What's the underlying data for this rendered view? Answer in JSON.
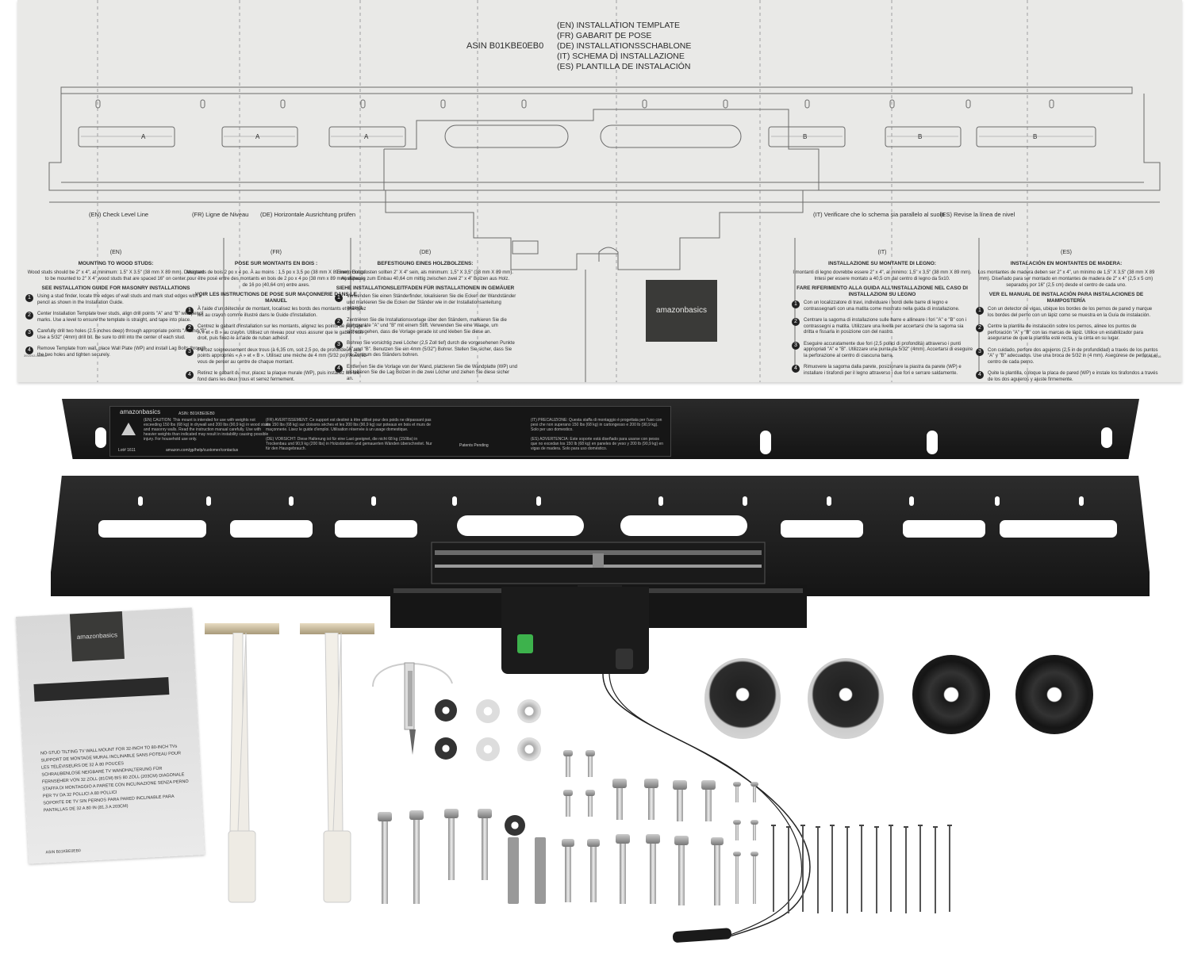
{
  "template": {
    "asin": "ASIN B01KBE0EB0",
    "titles": [
      "(EN) INSTALLATION TEMPLATE",
      "(FR) GABARIT DE POSE",
      "(DE) INSTALLATIONSSCHABLONE",
      "(IT) SCHEMA DI INSTALLAZIONE",
      "(ES) PLANTILLA DE INSTALACIÓN"
    ],
    "slot_letters": [
      "A",
      "A",
      "A",
      "B",
      "B",
      "B"
    ],
    "level_line_labels": [
      "(EN) Check Level Line",
      "(FR) Ligne de Niveau",
      "(DE)  Horizontale Ausrichtung prüfen",
      "(IT) Verificare che lo schema sia parallelo al suolo",
      "(ES) Revise la línea de nivel"
    ],
    "logo_text": "amazonbasics",
    "doc_code": "391KN3-180800",
    "rev_code": "REV. 090216",
    "columns": [
      {
        "code": "(EN)",
        "heading": "MOUNTING TO WOOD STUDS:",
        "sub": "Wood studs should be 2\" x 4\", at minimum: 1.5\" X 3.5\" (38 mm X 89 mm). Designed to be mounted to 2\" X 4\" wood studs that are spaced 16\" on center.",
        "guide": "SEE INSTALLATION GUIDE FOR MASONRY INSTALLATIONS",
        "steps": [
          "Using a stud finder, locate the edges of wall studs and mark stud edges with a pencil as shown in the Installation Guide.",
          "Center Installation Template over studs, align drill points \"A\" and \"B\" with pencil marks. Use a level to ensure the template is straight, and tape into place.",
          "Carefully drill two holes (2.5 inches deep) through appropriate points \"A\" and \"B\". Use a 5/32\" (4mm) drill bit. Be sure to drill into the center of each stud.",
          "Remove Template from wall, place Wall Plate (WP) and install Lag Bolts through the two holes and tighten securely."
        ]
      },
      {
        "code": "(FR)",
        "heading": "POSE SUR MONTANTS EN BOIS :",
        "sub": "Montants de bois 2 po x 4 po. À au moins : 1,5 po x 3,5 po (38 mm X 89 mm). Conçu pour être posé entre des montants en bois de 2 po x 4 po (38 mm x 89 mm) espacés de 16 po (40,64 cm) entre axes.",
        "guide": "VOIR LES INSTRUCTIONS DE POSE SUR MAÇONNERIE DANS LE MANUEL",
        "steps": [
          "À l'aide d'un détecteur de montant, localisez les bords des montants et marquez les au crayon comme illustré dans le Guide d'installation.",
          "Centrez le gabarit d'installation sur les montants, alignez les points de perçage « A » et « B » au crayon. Utilisez un niveau pour vous assurer que le gabarit soit droit, puis fixez-le à l'aide de ruban adhésif.",
          "Percez soigneusement deux trous (à 6,35 cm, soit 2,5 po, de profondeur) aux points appropriés « A » et « B ». Utilisez une mèche de 4 mm (5/32 po). Assurez-vous de percer au centre de chaque montant.",
          "Retirez le gabarit du mur, placez la plaque murale (WP), puis installez les tire-fond dans les deux trous et serrez fermement."
        ]
      },
      {
        "code": "(DE)",
        "heading": "BEFESTIGUNG EINES HOLZBOLZENS:",
        "sub": "Einem Holzpfosten sollten 2\" X 4\" sein, als minimum: 1,5\" X 3,5\" (38 mm X 89 mm). Ausführung zum Einbau 40,64 cm mittig zwischen zwei 2\" x 4\" Bolzen aus Holz.",
        "guide": "SIEHE INSTALLATIONSLEITFADEN FÜR INSTALLATIONEN IN GEMÄUER",
        "steps": [
          "Verwenden Sie einen Ständerfinder, lokalisieren Sie die Ecken der Wandständer und markieren Sie die Ecken der Ständer wie in der Installationsanleitung gezeigt.",
          "Zentrieren Sie die Installationsvorlage über den Ständern, markieren Sie die Bohrpunkte \"A\" und \"B\" mit einem Stift. Verwenden Sie eine Waage, um sicherzugehen, dass die Vorlage gerade ist und kleben Sie diese an.",
          "Bohren Sie vorsichtig zwei Löcher (2,5 Zoll tief) durch die vorgesehenen Punkte \"A\" und \"B\". Benutzen Sie ein 4mm (5/32\") Bohrer. Stellen Sie sicher, dass Sie ins Zentrum des Ständers bohren.",
          "Entfernen Sie die Vorlage von der Wand, platzieren Sie die Wandplatte (WP) und installieren Sie die Lag Bolzen in die zwei Löcher und ziehen Sie diese sicher an."
        ]
      },
      {
        "code": "(IT)",
        "heading": "INSTALLAZIONE SU MONTANTE DI LEGNO:",
        "sub": "I montanti di legno dovrebbe essere 2\" x 4\", al minimo: 1,5\" x 3,5\" (38 mm X 89 mm). Intesi per essere montato a 40,5 cm dal centro di legno da 5x10.",
        "guide": "FARE RIFERIMENTO ALLA GUIDA ALL'INSTALLAZIONE NEL CASO DI INSTALLAZIONI SU LEGNO",
        "steps": [
          "Con un localizzatore di travi, individuare i bordi delle barre di legno e contrassegnarli con una matita come mostrato nella guida di installazione.",
          "Centrare la sagoma di installazione sulle barre e allineare i fori \"A\" e \"B\" con i contrassegni a matita. Utilizzare una livella per accertarsi che la sagoma sia dritta e fissarla in posizione con del nastro.",
          "Eseguire accuratamente due fori (2,5 pollici di profondità) attraverso i punti appropriati \"A\" e \"B\". Utilizzare una punta da 5/32\" (4mm). Accertarsi di eseguire la perforazione al centro di ciascuna barra.",
          "Rimuovere la sagoma dalla parete, posizionare la piastra da parete (WP) e installare i tirafondi per il legno attraverso i due fori e serrare saldamente."
        ]
      },
      {
        "code": "(ES)",
        "heading": "INSTALACIÓN EN MONTANTES DE MADERA:",
        "sub": "Los montantes de madera deben ser 2\" x 4\", un mínimo de 1,5\" X 3,5\" (38 mm X 89 mm). Diseñado para ser montado en montantes de madera de 2\" x 4\" (2,5 x 5 cm) separados por 16\" (2,5 cm) desde el centro de cada uno.",
        "guide": "VER EL MANUAL DE INSTALACIÓN PARA INSTALACIONES DE MAMPOSTERÍA",
        "steps": [
          "Con un detector de vigas, ubique los bordes de los pernos de pared y marque los bordes del perno con un lápiz como se muestra en la Guía de instalación.",
          "Centre la plantilla de instalación sobre los pernos, alinee los puntos de perforación \"A\" y \"B\" con las marcas de lápiz. Utilice un estabilizador para asegurarse de que la plantilla esté recta, y la cinta en su lugar.",
          "Con cuidado, perfore dos agujeros (2,5 in de profundidad) a través de los puntos \"A\" y \"B\" adecuados. Use una broca de 5/32 in (4 mm). Asegúrese de perforar el centro de cada perno.",
          "Quite la plantilla, coloque la placa de pared (WP) e instale los tirafondos a través de los dos agujeros y ajuste firmemente."
        ]
      }
    ]
  },
  "rail_label": {
    "brand": "amazonbasics",
    "asin": "ASIN: B01KBE0EB0",
    "patents": "Patents Pending",
    "cautions": [
      "(EN) CAUTION: This mount is intended for use with weights not exceeding 150 lbs (68 kg) in drywall and 200 lbs (90,9 kg) in wood studs and masonry walls. Read the instruction manual carefully. Use with heavier weights than indicated may result in instability causing possible injury. For household use only.",
      "(FR) AVERTISSEMENT: Ce support est destiné à être utilisé pour des poids ne dépassant pas les 150 lbs (68 kg) sur cloisons sèches et les 200 lbs (90,9 kg) sur poteaux en bois et murs de maçonnerie. Lisez le guide d'emploi. Utilisation réservée à un usage domestique.",
      "(DE) VORSICHT: Diese Halterung ist für eine Last geeignet, die nicht 68 kg (150lbs) in Trockenbau und 90,9 kg (200 lbs) in Holzständern und gemauerten Wänden überschreitet. Nur für den Hausgebrauch.",
      "(IT) PRECAUZIONE: Questa staffa di montaggio è progettata per l'uso con pesi che non superano 150 lbs (68 kg) in cartongesso e 200 lb (90,9 kg). Solo per uso domestico.",
      "(ES) ADVERTENCIA: Este soporte está diseñado para usarse con pesos que no excedan los 150 lb (68 kg) en paneles de yeso y 200 lb (90,9 kg) en vigas de madera. Solo para uso doméstico."
    ],
    "lot": "Lot# 1611",
    "url": "amazon.com/gp/help/customer/contactus"
  },
  "manual": {
    "logo_text": "amazonbasics",
    "titles": [
      "NO-STUD TILTING TV WALL MOUNT FOR 32-INCH TO 80-INCH TVs",
      "SUPPORT DE MONTAGE MURAL INCLINABLE SANS POTEAU POUR LES TÉLÉVISEURS DE 32 À 80 POUCES",
      "SCHRAUBENLOSE NEIGBARE TV WANDHALTERUNG FÜR FERNSEHER VON 32 ZOLL (81CM) BIS 80 ZOLL (203CM) DIAGONALE",
      "STAFFA DI MONTAGGIO A PARETE CON INCLINAZIONE SENZA PERNO PER TV DA 32 POLLICI A 80 POLLICI",
      "SOPORTE DE TV SIN PERNOS PARA PARED INCLINABLE PARA PANTALLAS DE 32 A 80 IN (81,3 A 203CM)"
    ],
    "asin": "ASIN B01KBE0EB0"
  },
  "colors": {
    "sheet": "#e9e9e7",
    "rail": "#1c1c1c",
    "level_bubble": "#3db24c",
    "brand_block": "#3a3a38"
  }
}
